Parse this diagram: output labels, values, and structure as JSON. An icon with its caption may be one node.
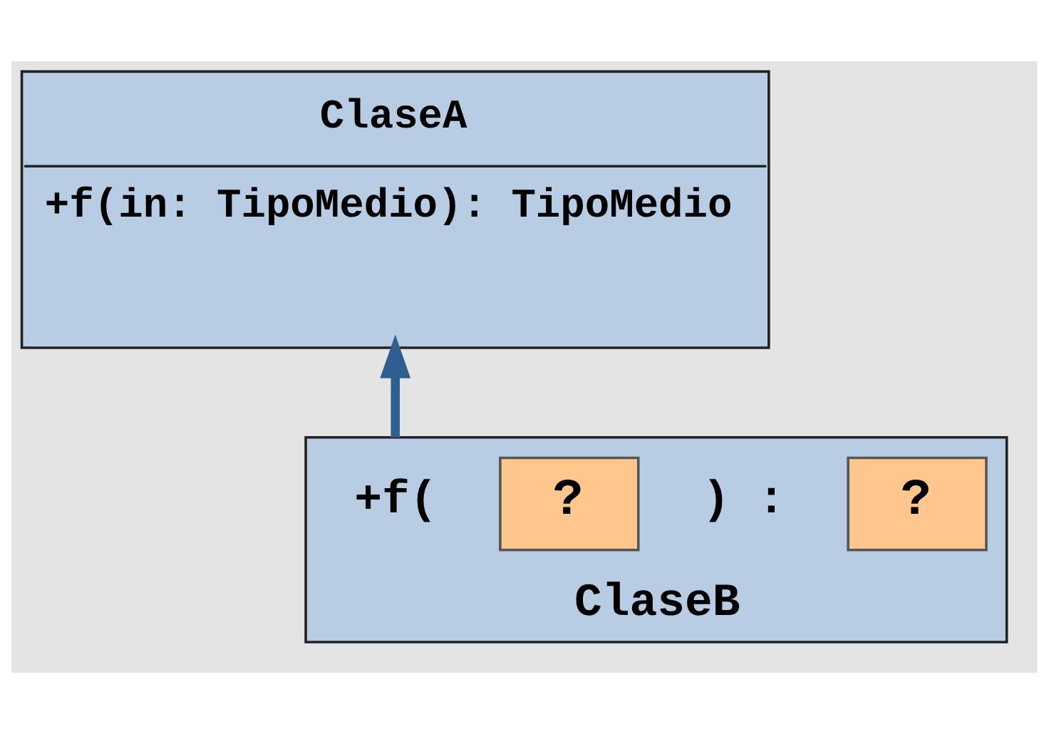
{
  "diagram": {
    "nodes": [
      {
        "text": [
          "ClaseA",
          "+f(in: TipoMedio): TipoMedio"
        ]
      },
      {
        "text": [
          "ClaseB",
          "+f(",
          ") :"
        ]
      },
      {
        "text": [
          "?"
        ],
        "in": 1
      },
      {
        "text": [
          "?"
        ],
        "in": 1
      }
    ],
    "edges": [
      {
        "from": 1,
        "to": 0,
        "arrow": "to"
      }
    ]
  }
}
